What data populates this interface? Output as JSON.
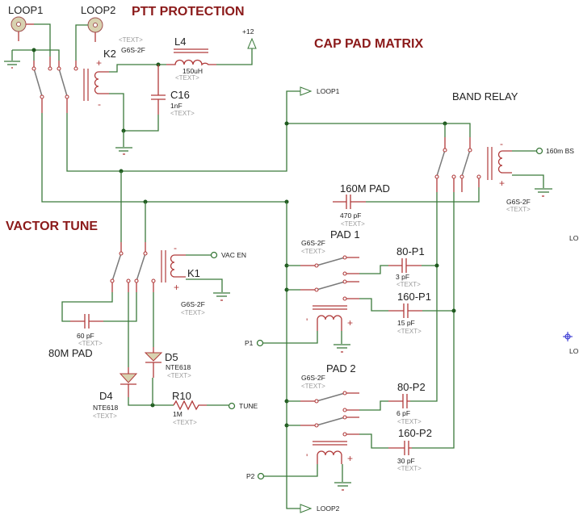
{
  "titles": {
    "ptt": "PTT PROTECTION",
    "cap_pad": "CAP PAD MATRIX",
    "vactor": "VACTOR TUNE",
    "band_relay": "BAND RELAY"
  },
  "connectors": {
    "loop1": "LOOP1",
    "loop2": "LOOP2"
  },
  "nets": {
    "plus12": "+12",
    "loop1": "LOOP1",
    "loop2": "LOOP2",
    "bs160": "160m BS",
    "vac_en": "VAC EN",
    "tune": "TUNE",
    "p1": "P1",
    "p2": "P2",
    "offpage1": "LO",
    "offpage2": "LO"
  },
  "placeholder": "<TEXT>",
  "components": {
    "k2": {
      "ref": "K2",
      "part": "G6S-2F"
    },
    "l4": {
      "ref": "L4",
      "value": "150uH"
    },
    "c16": {
      "ref": "C16",
      "value": "1nF"
    },
    "band_relay": {
      "part": "G6S-2F"
    },
    "pad160m": {
      "ref": "160M PAD",
      "value": "470 pF"
    },
    "k1": {
      "ref": "K1",
      "part": "G6S-2F"
    },
    "pad80m": {
      "ref": "80M PAD",
      "value": "60 pF"
    },
    "d4": {
      "ref": "D4",
      "part": "NTE618"
    },
    "d5": {
      "ref": "D5",
      "part": "NTE618"
    },
    "r10": {
      "ref": "R10",
      "value": "1M"
    },
    "pad1": {
      "ref": "PAD 1",
      "part": "G6S-2F"
    },
    "c80p1": {
      "ref": "80-P1",
      "value": "3 pF"
    },
    "c160p1": {
      "ref": "160-P1",
      "value": "15 pF"
    },
    "pad2": {
      "ref": "PAD 2",
      "part": "G6S-2F"
    },
    "c80p2": {
      "ref": "80-P2",
      "value": "6 pF"
    },
    "c160p2": {
      "ref": "160-P2",
      "value": "30 pF"
    }
  },
  "colors": {
    "wire": "#3b7a3b",
    "lead": "#b03a3a",
    "title": "#8b1a1a",
    "placeholder": "#9a9a9a"
  }
}
